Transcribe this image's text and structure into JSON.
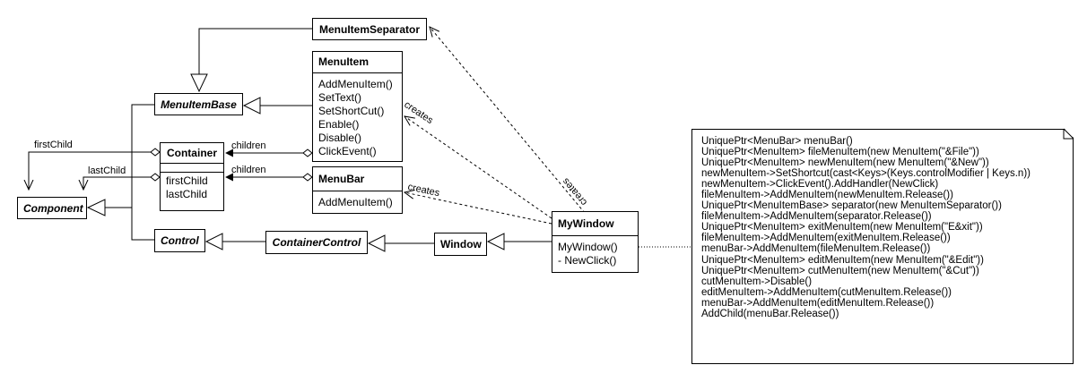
{
  "classes": {
    "menu_item_separator": {
      "name": "MenuItemSeparator"
    },
    "menu_item": {
      "name": "MenuItem",
      "methods": [
        "AddMenuItem()",
        "SetText()",
        "SetShortCut()",
        "Enable()",
        "Disable()",
        "ClickEvent()"
      ]
    },
    "menu_item_base": {
      "name": "MenuItemBase"
    },
    "container": {
      "name": "Container",
      "members": [
        "firstChild",
        "lastChild"
      ]
    },
    "menu_bar": {
      "name": "MenuBar",
      "methods": [
        "AddMenuItem()"
      ]
    },
    "component": {
      "name": "Component"
    },
    "control": {
      "name": "Control"
    },
    "container_control": {
      "name": "ContainerControl"
    },
    "window": {
      "name": "Window"
    },
    "my_window": {
      "name": "MyWindow",
      "methods": [
        "MyWindow()",
        "- NewClick()"
      ]
    }
  },
  "edge_labels": {
    "first_child": "firstChild",
    "last_child": "lastChild",
    "children_1": "children",
    "children_2": "children",
    "creates_menu_item": "creates",
    "creates_menu_bar": "creates",
    "creates_separator": "creates"
  },
  "note": {
    "lines": [
      "UniquePtr<MenuBar> menuBar()",
      "UniquePtr<MenuItem> fileMenuItem(new MenuItem(\"&File\"))",
      "UniquePtr<MenuItem> newMenuItem(new MenuItem(\"&New\"))",
      "newMenuItem->SetShortcut(cast<Keys>(Keys.controlModifier | Keys.n))",
      "newMenuItem->ClickEvent().AddHandler(NewClick)",
      "fileMenuItem->AddMenuItem(newMenuItem.Release())",
      "UniquePtr<MenuItemBase> separator(new MenuItemSeparator())",
      "fileMenuItem->AddMenuItem(separator.Release())",
      "UniquePtr<MenuItem> exitMenuItem(new MenuItem(\"E&xit\"))",
      "fileMenuItem->AddMenuItem(exitMenuItem.Release())",
      "menuBar->AddMenuItem(fileMenuItem.Release())",
      "UniquePtr<MenuItem> editMenuItem(new MenuItem(\"&Edit\"))",
      "UniquePtr<MenuItem> cutMenuItem(new MenuItem(\"&Cut\"))",
      "cutMenuItem->Disable()",
      "editMenuItem->AddMenuItem(cutMenuItem.Release())",
      "menuBar->AddMenuItem(editMenuItem.Release())",
      "AddChild(menuBar.Release())"
    ]
  }
}
